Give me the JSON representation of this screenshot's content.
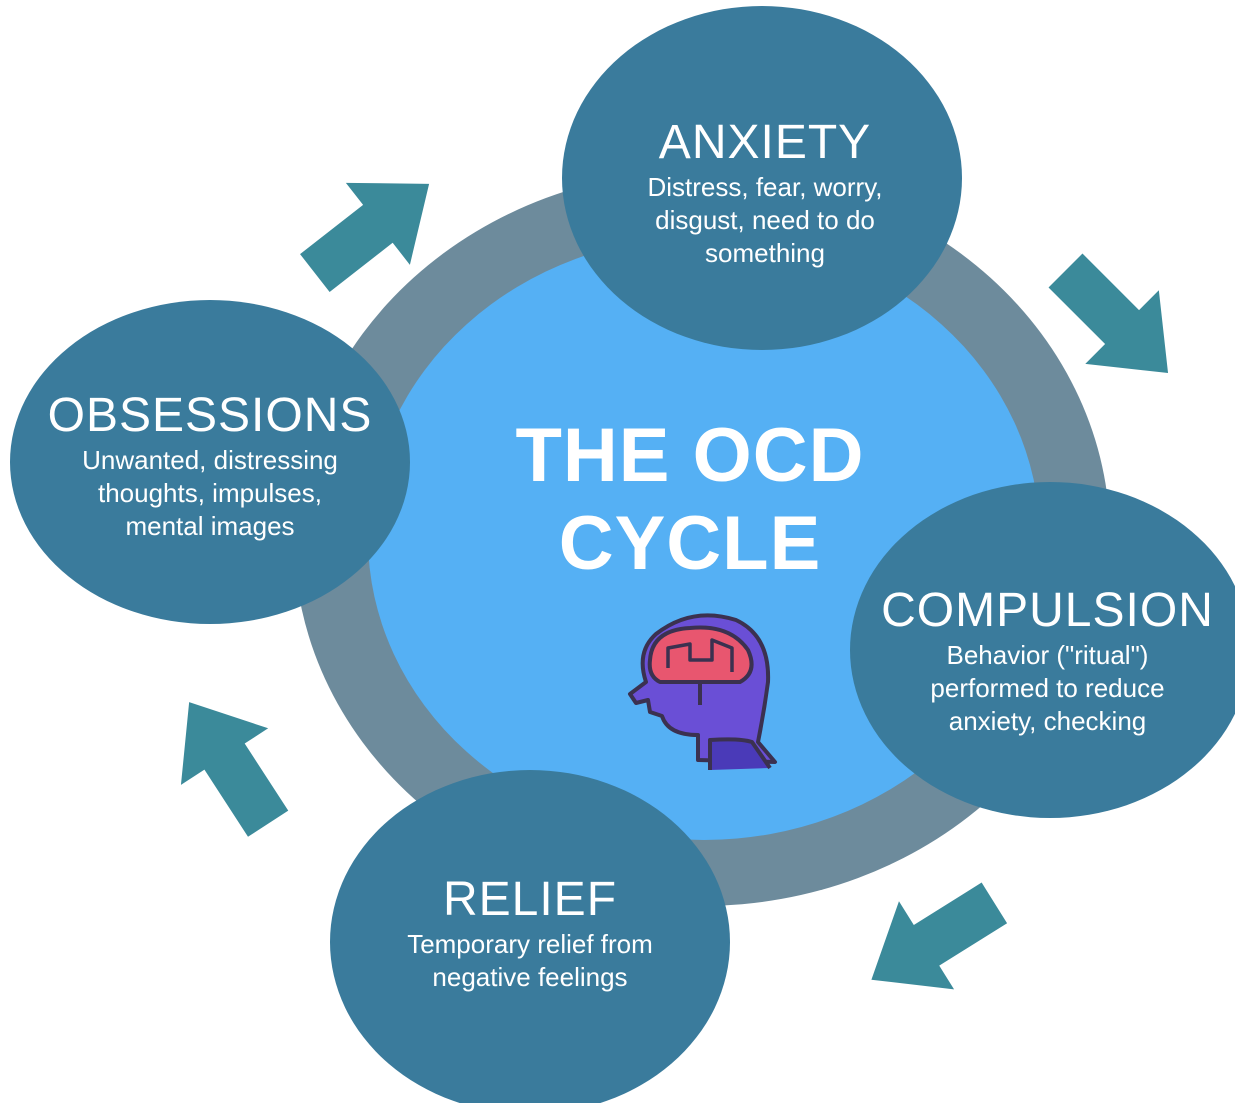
{
  "center": {
    "title_line1": "THE OCD",
    "title_line2": "CYCLE"
  },
  "icon": "head-with-brain-icon",
  "nodes": {
    "anxiety": {
      "title": "ANXIETY",
      "desc_line1": "Distress, fear, worry,",
      "desc_line2": "disgust, need to do",
      "desc_line3": "something"
    },
    "compulsion": {
      "title": "COMPULSION",
      "desc_line1": "Behavior (\"ritual\")",
      "desc_line2": "performed to reduce",
      "desc_line3": "anxiety, checking"
    },
    "relief": {
      "title": "RELIEF",
      "desc_line1": "Temporary relief from",
      "desc_line2": "negative feelings"
    },
    "obsessions": {
      "title": "OBSESSIONS",
      "desc_line1": "Unwanted, distressing",
      "desc_line2": "thoughts, impulses,",
      "desc_line3": "mental images"
    }
  },
  "colors": {
    "node_fill": "#3a7b9c",
    "ring": "#6d8b9c",
    "center_fill": "#55b0f4",
    "arrow": "#3b8a9a",
    "brain_pink": "#e8566f",
    "head_purple": "#6a4fd6",
    "outline": "#3b3150",
    "text": "#ffffff"
  }
}
